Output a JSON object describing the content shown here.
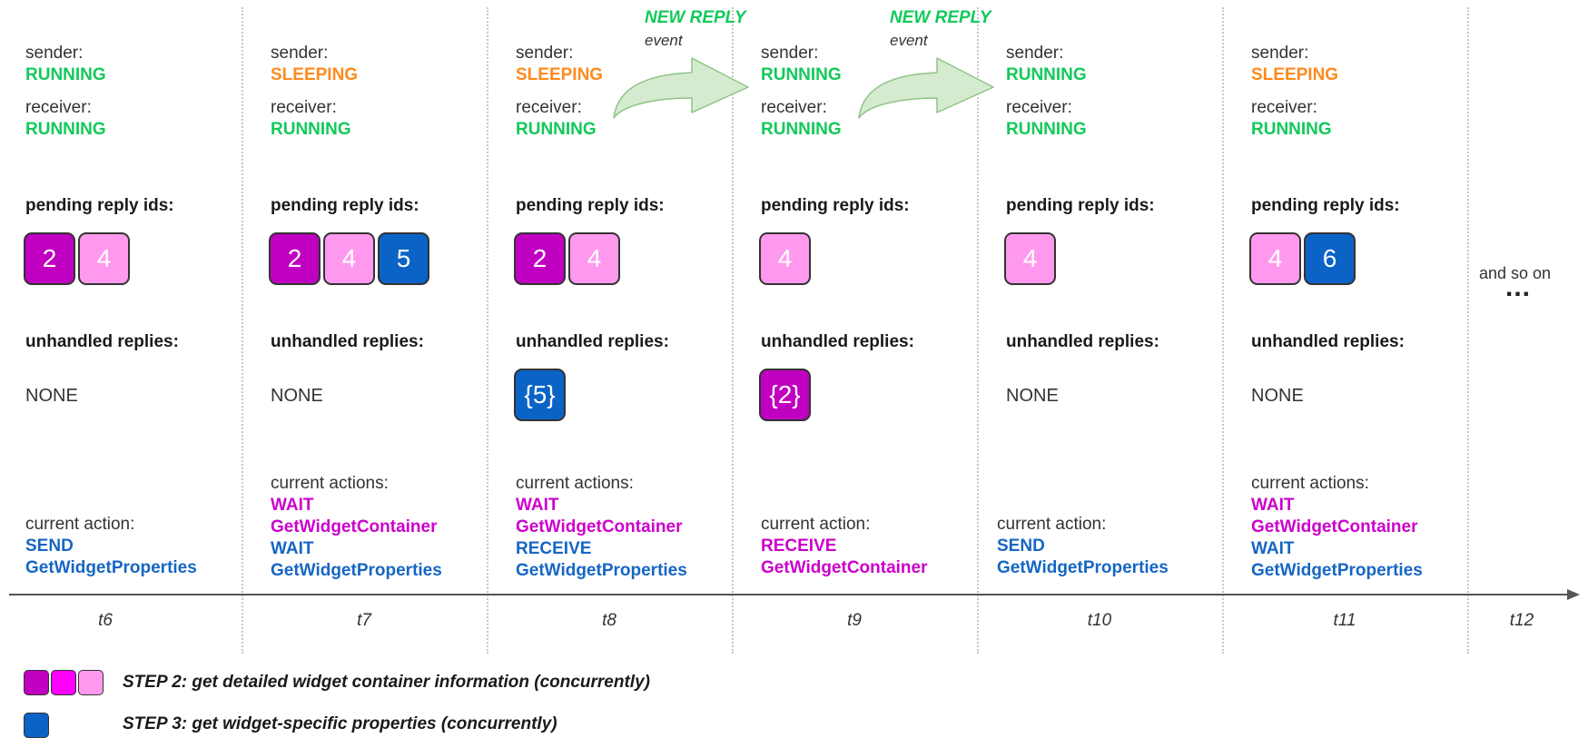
{
  "labels": {
    "sender": "sender:",
    "receiver": "receiver:",
    "pending": "pending reply ids:",
    "unhandled": "unhandled replies:",
    "current_action": "current action:",
    "current_actions": "current actions:",
    "none": "NONE"
  },
  "states": {
    "running": "RUNNING",
    "sleeping": "SLEEPING"
  },
  "columns": [
    {
      "tick": "t6",
      "pending": [
        "2",
        "4"
      ],
      "unhandled": "",
      "actions": [
        {
          "verb": "SEND",
          "target": "GetWidgetProperties"
        }
      ]
    },
    {
      "tick": "t7",
      "pending": [
        "2",
        "4",
        "5"
      ],
      "unhandled": "",
      "actions": [
        {
          "verb": "WAIT",
          "target": "GetWidgetContainer"
        },
        {
          "verb": "WAIT",
          "target": "GetWidgetProperties"
        }
      ]
    },
    {
      "tick": "t8",
      "pending": [
        "2",
        "4"
      ],
      "unhandled": "{5}",
      "actions": [
        {
          "verb": "WAIT",
          "target": "GetWidgetContainer"
        },
        {
          "verb": "RECEIVE",
          "target": "GetWidgetProperties"
        }
      ]
    },
    {
      "tick": "t9",
      "pending": [
        "4"
      ],
      "unhandled": "{2}",
      "actions": [
        {
          "verb": "RECEIVE",
          "target": "GetWidgetContainer"
        }
      ]
    },
    {
      "tick": "t10",
      "pending": [
        "4"
      ],
      "unhandled": "",
      "actions": [
        {
          "verb": "SEND",
          "target": "GetWidgetProperties"
        }
      ]
    },
    {
      "tick": "t11",
      "pending": [
        "4",
        "6"
      ],
      "unhandled": "",
      "actions": [
        {
          "verb": "WAIT",
          "target": "GetWidgetContainer"
        },
        {
          "verb": "WAIT",
          "target": "GetWidgetProperties"
        }
      ]
    },
    {
      "tick": "t12"
    }
  ],
  "events": {
    "title": "NEW REPLY",
    "subtitle": "event"
  },
  "continuation": {
    "text": "and so on",
    "ellipsis": "..."
  },
  "legend": {
    "step2": "STEP 2: get detailed widget container information (concurrently)",
    "step3": "STEP 3: get widget-specific properties (concurrently)"
  },
  "colors": {
    "running": "#13c95a",
    "sleeping": "#ff8a1c",
    "magenta_dark": "#c000c0",
    "magenta": "#ff00ff",
    "pink": "#ff99ee",
    "blue": "#0b63c6",
    "event_arrow": "#d5ebd0"
  }
}
